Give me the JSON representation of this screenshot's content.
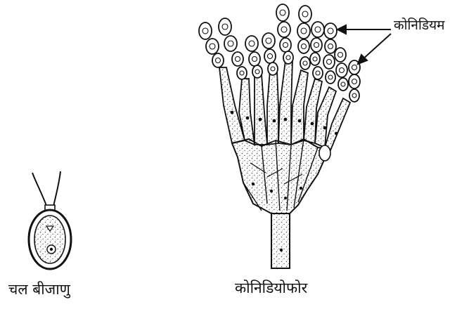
{
  "labels": {
    "zoospore": "चल बीजाणु",
    "conidiophore": "कोनिडियोफोर",
    "conidium": "कोनिडियम"
  },
  "colors": {
    "ink": "#111111",
    "stipple": "#555555",
    "background": "#ffffff"
  }
}
